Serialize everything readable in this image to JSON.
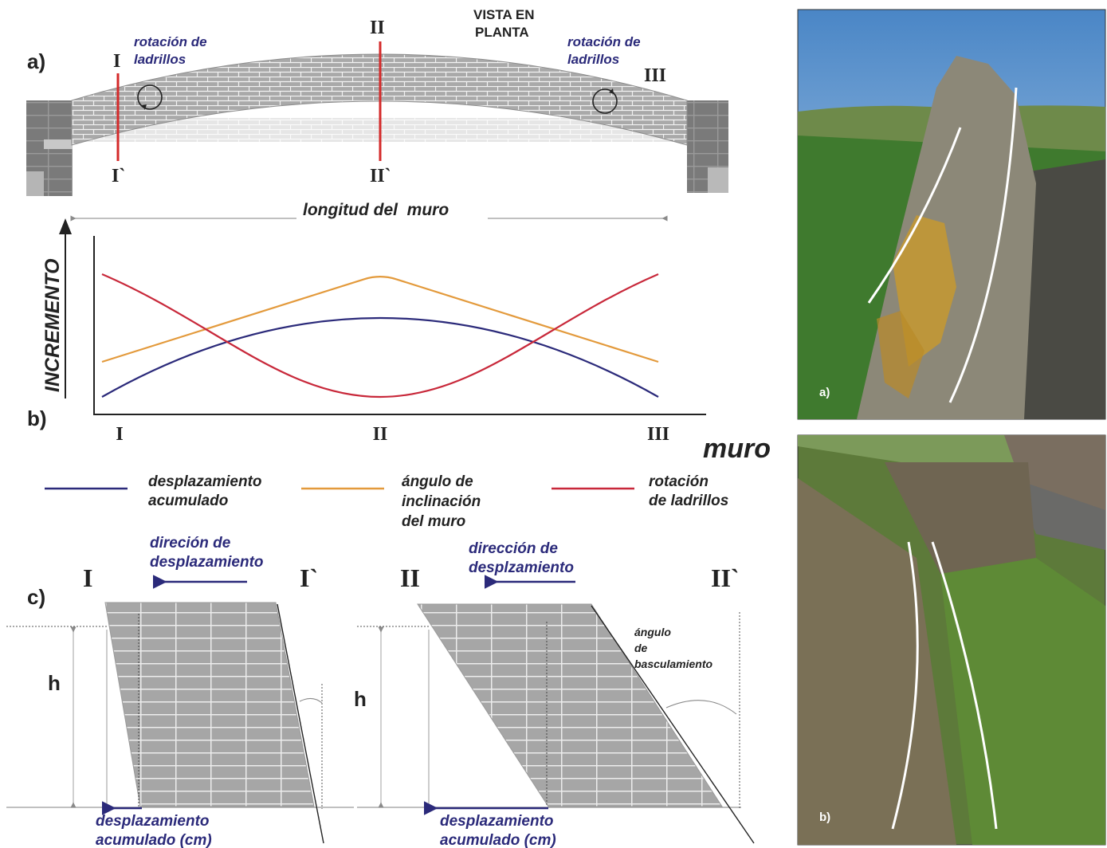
{
  "panel_a": {
    "label": "a)",
    "top_note_line1": "VISTA EN",
    "top_note_line2": "PLANTA",
    "rot_left_line1": "rotación de",
    "rot_left_line2": "ladrillos",
    "rot_right_line1": "rotación de",
    "rot_right_line2": "ladrillos",
    "sec_I": "I",
    "sec_I_prime": "I`",
    "sec_II": "II",
    "sec_II_prime": "II`",
    "sec_III": "III",
    "length_label": "longitud del  muro"
  },
  "panel_b": {
    "label": "b)",
    "y_label": "INCREMENTO",
    "x_ticks": [
      "I",
      "II",
      "III"
    ],
    "x_title": "muro",
    "colors": {
      "desplazamiento": "#2b2a7a",
      "angulo": "#e39a3c",
      "rotacion": "#c8283a"
    }
  },
  "chart_data": {
    "type": "line",
    "x": [
      "I",
      "II",
      "III"
    ],
    "ylabel": "INCREMENTO",
    "xlabel": "muro",
    "series": [
      {
        "name": "desplazamiento acumulado",
        "values": [
          0.1,
          0.55,
          0.1
        ]
      },
      {
        "name": "ángulo de inclinación del muro",
        "values": [
          0.3,
          0.8,
          0.3
        ]
      },
      {
        "name": "rotación de ladrillos",
        "values": [
          0.8,
          0.1,
          0.8
        ]
      }
    ]
  },
  "legend": {
    "desp_line1": "desplazamiento",
    "desp_line2": "acumulado",
    "ang_line1": "ángulo de",
    "ang_line2": "inclinación",
    "ang_line3": "del muro",
    "rot_line1": "rotación",
    "rot_line2": "de ladrillos"
  },
  "panel_c": {
    "label": "c)",
    "sec_I": "I",
    "sec_I_prime": "I`",
    "sec_II": "II",
    "sec_II_prime": "II`",
    "dir_left_line1": "direción de",
    "dir_left_line2": "desplazamiento",
    "dir_right_line1": "dirección de",
    "dir_right_line2": "desplzamiento",
    "h_left": "h",
    "h_right": "h",
    "tilt_line1": "ángulo",
    "tilt_line2": "de",
    "tilt_line3": "basculamiento",
    "disp_left_line1": "desplazamiento",
    "disp_left_line2": "acumulado (cm)",
    "disp_right_line1": "desplazamiento",
    "disp_right_line2": "acumulado (cm)"
  },
  "photos": {
    "photo_a_label": "a)",
    "photo_b_label": "b)"
  }
}
